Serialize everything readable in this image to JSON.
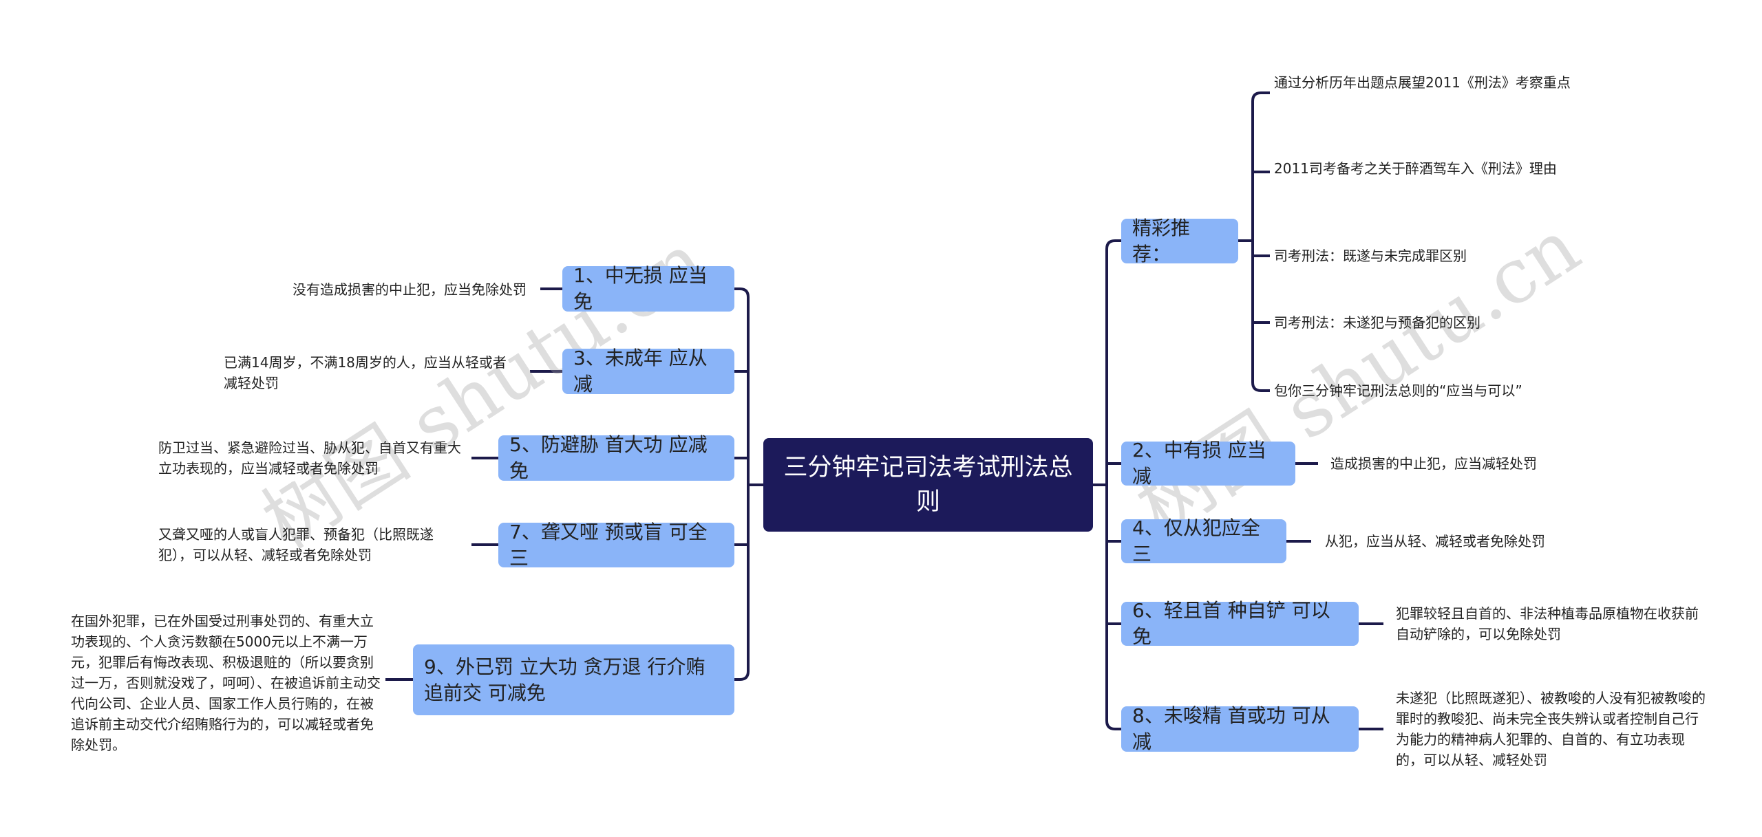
{
  "center": {
    "title": "三分钟牢记司法考试刑法总则"
  },
  "colors": {
    "node": "#8ab4f8",
    "center": "#1c1a5a",
    "line": "#1c1a4a"
  },
  "watermark": "树图 shutu.cn",
  "left": [
    {
      "label": "1、中无损 应当免",
      "detail": "没有造成损害的中止犯，应当免除处罚"
    },
    {
      "label": "3、未成年 应从减",
      "detail": "已满14周岁，不满18周岁的人，应当从轻或者减轻处罚"
    },
    {
      "label": "5、防避胁 首大功 应减免",
      "detail": "防卫过当、紧急避险过当、胁从犯、自首又有重大立功表现的，应当减轻或者免除处罚"
    },
    {
      "label": "7、聋又哑 预或盲 可全三",
      "detail": "又聋又哑的人或盲人犯罪、预备犯（比照既遂犯），可以从轻、减轻或者免除处罚"
    },
    {
      "label": "9、外已罚 立大功 贪万退 行介贿追前交 可减免",
      "detail": "在国外犯罪，已在外国受过刑事处罚的、有重大立功表现的、个人贪污数额在5000元以上不满一万元，犯罪后有悔改表现、积极退赃的（所以要贪别过一万，否则就没戏了，呵呵）、在被追诉前主动交代向公司、企业人员、国家工作人员行贿的，在被追诉前主动交代介绍贿赂行为的，可以减轻或者免除处罚。"
    }
  ],
  "recommend": {
    "label": "精彩推荐：",
    "items": [
      "通过分析历年出题点展望2011《刑法》考察重点",
      "2011司考备考之关于醉酒驾车入《刑法》理由",
      "司考刑法：既遂与未完成罪区别",
      "司考刑法：未遂犯与预备犯的区别",
      "包你三分钟牢记刑法总则的“应当与可以”"
    ]
  },
  "right": [
    {
      "label": "2、中有损 应当减",
      "detail": "造成损害的中止犯，应当减轻处罚"
    },
    {
      "label": "4、仅从犯应全三",
      "detail": "从犯，应当从轻、减轻或者免除处罚"
    },
    {
      "label": "6、轻且首 种自铲 可以免",
      "detail": "犯罪较轻且自首的、非法种植毒品原植物在收获前自动铲除的，可以免除处罚"
    },
    {
      "label": "8、未唆精 首或功 可从减",
      "detail": "未遂犯（比照既遂犯）、被教唆的人没有犯被教唆的罪时的教唆犯、尚未完全丧失辨认或者控制自己行为能力的精神病人犯罪的、自首的、有立功表现的，可以从轻、减轻处罚"
    }
  ]
}
